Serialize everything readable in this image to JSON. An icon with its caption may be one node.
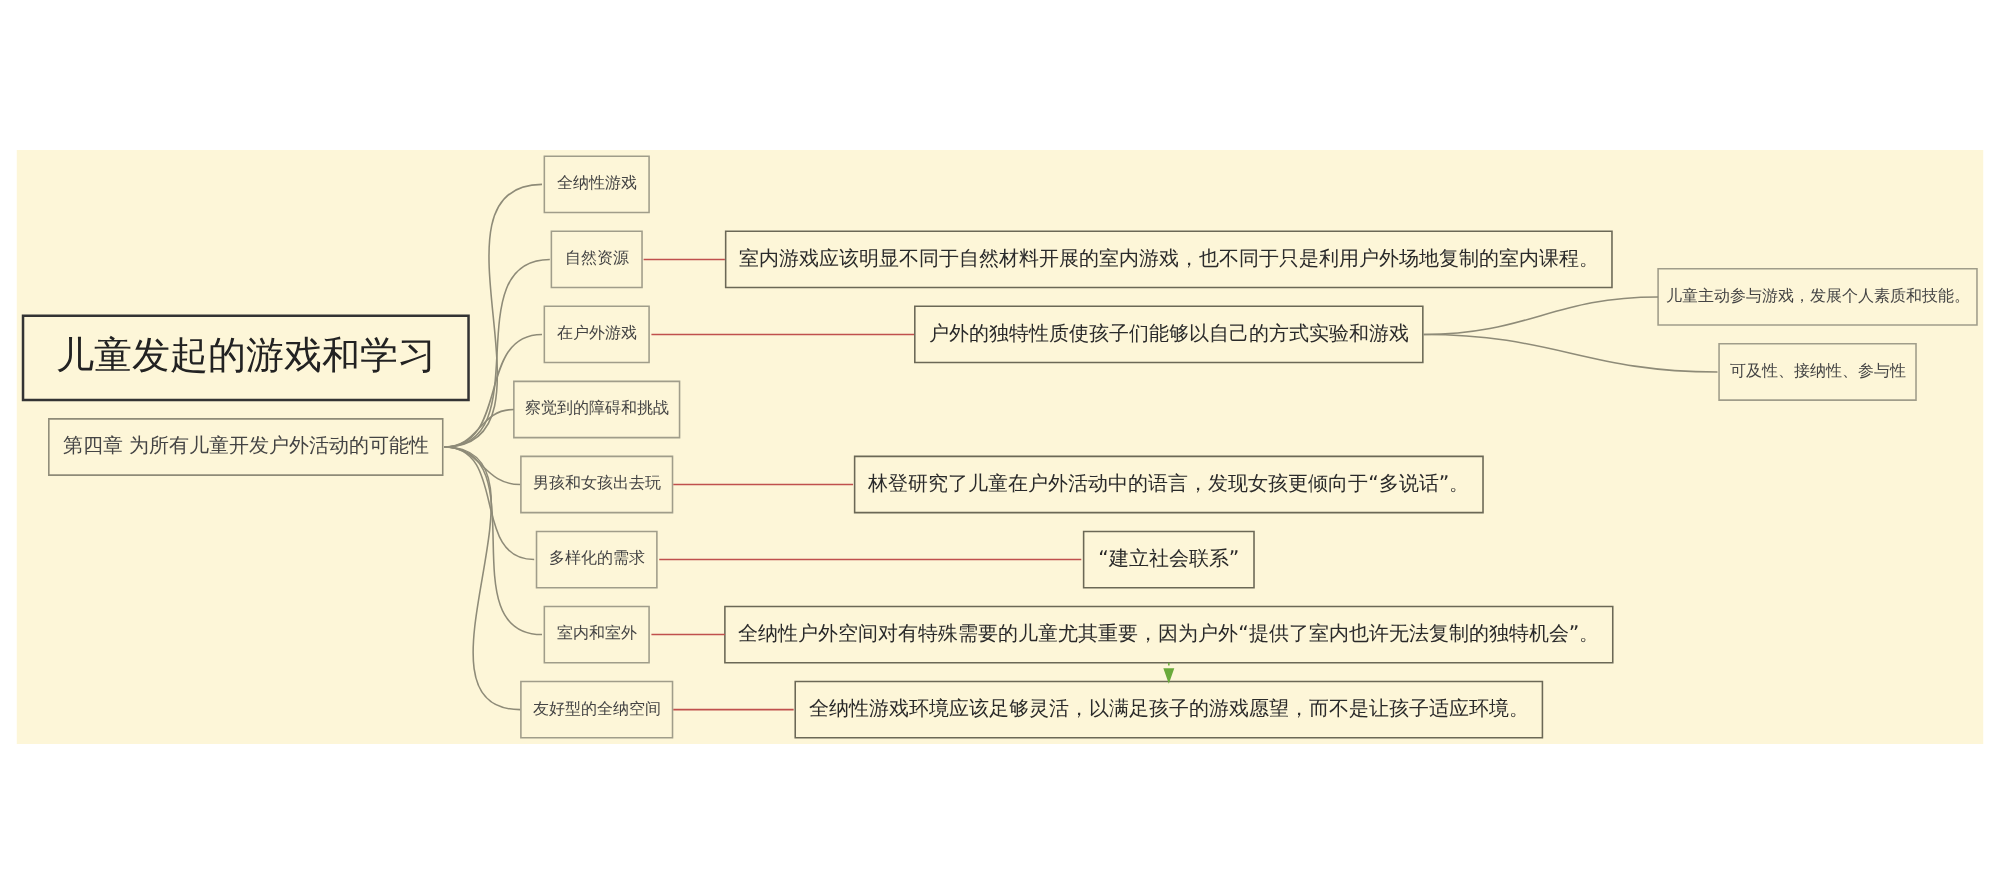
{
  "diagram": {
    "nodes": [
      {
        "text": [
          "儿童发起的游戏和学习"
        ]
      },
      {
        "text": [
          "第四章 为所有儿童开发户外活动的可能性"
        ]
      },
      {
        "text": [
          "全纳性游戏"
        ]
      },
      {
        "text": [
          "自然资源"
        ]
      },
      {
        "text": [
          "室内游戏应该明显不同于自然材料开展的室内游戏，也不同于只是利用户外场地复制的室内课程。"
        ]
      },
      {
        "text": [
          "在户外游戏"
        ]
      },
      {
        "text": [
          "户外的独特性质使孩子们能够以自己的方式实验和游戏"
        ]
      },
      {
        "text": [
          "儿童主动参与游戏，发展个人素质和技能。"
        ]
      },
      {
        "text": [
          "可及性、接纳性、参与性"
        ]
      },
      {
        "text": [
          "察觉到的障碍和挑战"
        ]
      },
      {
        "text": [
          "男孩和女孩出去玩"
        ]
      },
      {
        "text": [
          "林登研究了儿童在户外活动中的语言，发现女孩更倾向于“多说话”。"
        ]
      },
      {
        "text": [
          "多样化的需求"
        ]
      },
      {
        "text": [
          "“建立社会联系”"
        ]
      },
      {
        "text": [
          "室内和室外"
        ]
      },
      {
        "text": [
          "全纳性户外空间对有特殊需要的儿童尤其重要，因为户外“提供了室内也许无法复制的独特机会”。"
        ]
      },
      {
        "text": [
          "友好型的全纳空间"
        ]
      },
      {
        "text": [
          "全纳性游戏环境应该足够灵活，以满足孩子的游戏愿望，而不是让孩子适应环境。"
        ]
      }
    ],
    "edges": [
      {
        "from": 1,
        "to": 2,
        "arrow": "none"
      },
      {
        "from": 1,
        "to": 3,
        "arrow": "none"
      },
      {
        "from": 3,
        "to": 4,
        "arrow": "none",
        "color": "#c0504d"
      },
      {
        "from": 1,
        "to": 5,
        "arrow": "none"
      },
      {
        "from": 5,
        "to": 6,
        "arrow": "none",
        "color": "#c0504d"
      },
      {
        "from": 6,
        "to": 7,
        "arrow": "none"
      },
      {
        "from": 6,
        "to": 8,
        "arrow": "none"
      },
      {
        "from": 1,
        "to": 9,
        "arrow": "none"
      },
      {
        "from": 1,
        "to": 10,
        "arrow": "none"
      },
      {
        "from": 10,
        "to": 11,
        "arrow": "none",
        "color": "#c0504d"
      },
      {
        "from": 1,
        "to": 12,
        "arrow": "none"
      },
      {
        "from": 12,
        "to": 13,
        "arrow": "none",
        "color": "#c0504d"
      },
      {
        "from": 1,
        "to": 14,
        "arrow": "none"
      },
      {
        "from": 14,
        "to": 15,
        "arrow": "none",
        "color": "#c0504d"
      },
      {
        "from": 1,
        "to": 16,
        "arrow": "none"
      },
      {
        "from": 16,
        "to": 17,
        "arrow": "none",
        "color": "#c0504d"
      },
      {
        "from": 15,
        "to": 17,
        "arrow": "to",
        "color": "#6aaa3a"
      }
    ]
  }
}
